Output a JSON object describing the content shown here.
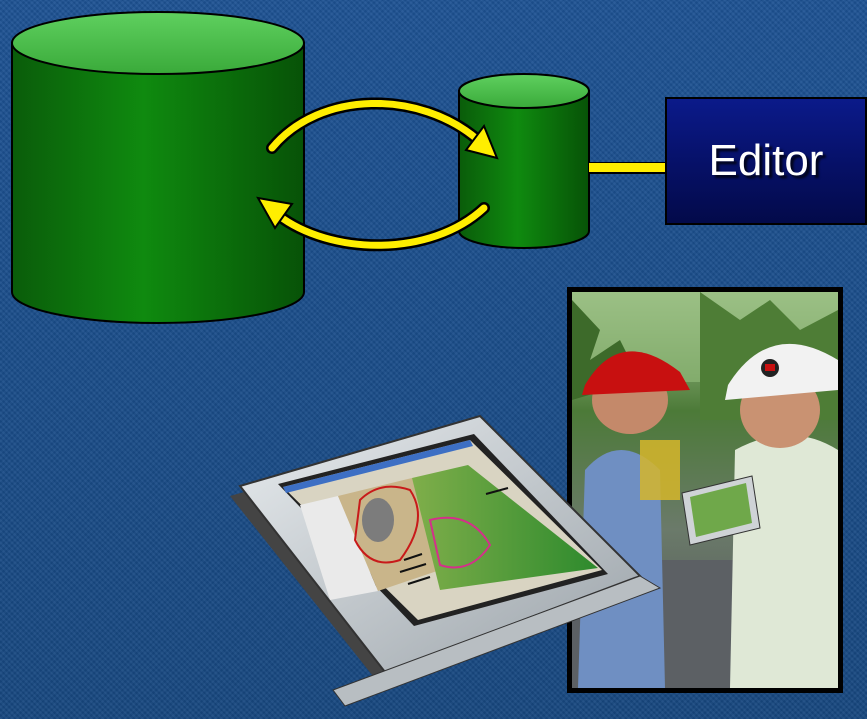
{
  "editor": {
    "label": "Editor"
  },
  "colors": {
    "background": "#1a4d8c",
    "cylinder_green": "#0f7a0f",
    "cylinder_top": "#4fc24f",
    "arrow_yellow": "#ffee00",
    "editor_box": "#061066"
  },
  "icons": {
    "large_database": "database-cylinder-icon",
    "small_database": "database-cylinder-icon",
    "sync_arrows": "circular-arrows-icon",
    "tablet": "tablet-pc-map-image",
    "photo": "field-workers-photo"
  }
}
